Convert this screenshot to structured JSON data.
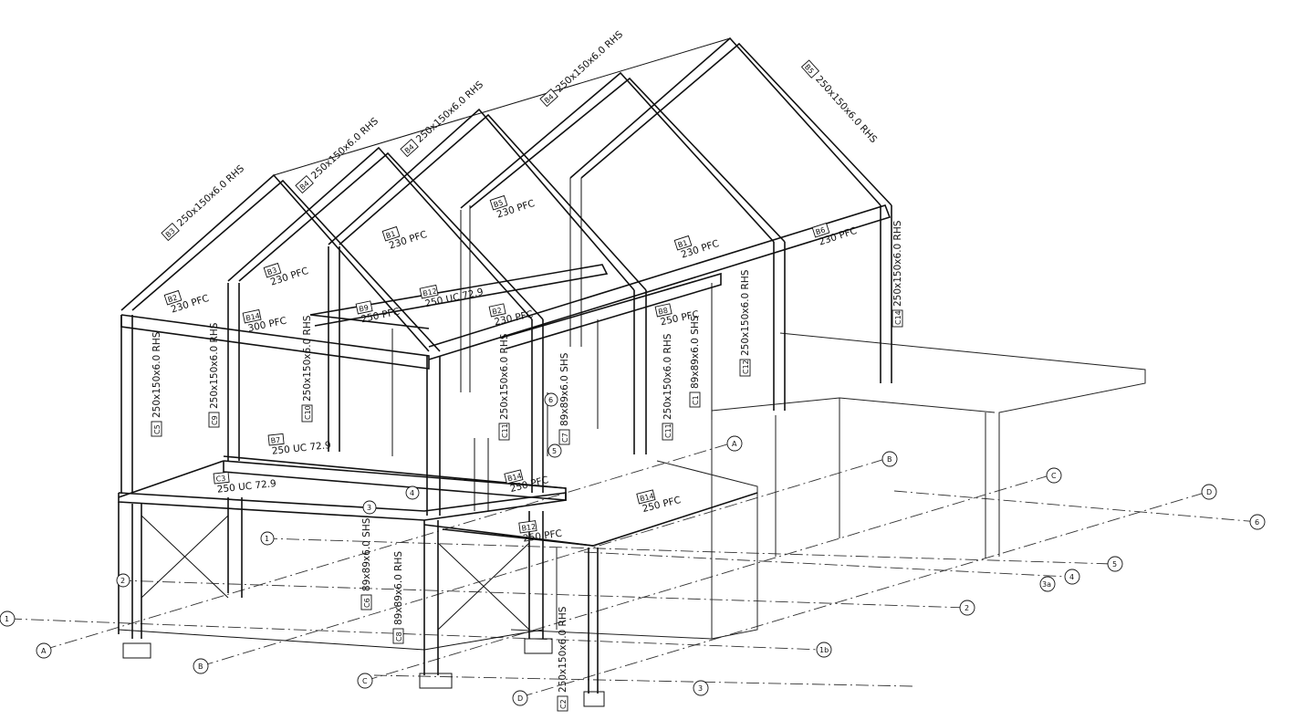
{
  "member_labels": [
    {
      "tag": "B3",
      "text": "250x150x6.0 RHS"
    },
    {
      "tag": "B4",
      "text": "250x150x6.0 RHS"
    },
    {
      "tag": "B4",
      "text": "250x150x6.0 RHS"
    },
    {
      "tag": "B4",
      "text": "250x150x6.0 RHS"
    },
    {
      "tag": "B5",
      "text": "250x150x6.0 RHS"
    },
    {
      "tag": "B5",
      "text": "230 PFC"
    },
    {
      "tag": "B1",
      "text": "230 PFC"
    },
    {
      "tag": "B1",
      "text": "230 PFC"
    },
    {
      "tag": "B6",
      "text": "230 PFC"
    },
    {
      "tag": "B2",
      "text": "230 PFC"
    },
    {
      "tag": "B3",
      "text": "230 PFC"
    },
    {
      "tag": "B14",
      "text": "300 PFC"
    },
    {
      "tag": "B12",
      "text": "250 UC 72.9"
    },
    {
      "tag": "B9",
      "text": "250 PFC"
    },
    {
      "tag": "B2",
      "text": "230 PFC"
    },
    {
      "tag": "B8",
      "text": "250 PFC"
    },
    {
      "tag": "B7",
      "text": "250 UC 72.9"
    },
    {
      "tag": "C3",
      "text": "250 UC 72.9"
    },
    {
      "tag": "B14",
      "text": "250 PFC"
    },
    {
      "tag": "B14",
      "text": "250 PFC"
    },
    {
      "tag": "B12",
      "text": "250 PFC"
    },
    {
      "tag": "C5",
      "text": "250x150x6.0 RHS"
    },
    {
      "tag": "C9",
      "text": "250x150x6.0 RHS"
    },
    {
      "tag": "C10",
      "text": "250x150x6.0 RHS"
    },
    {
      "tag": "C11",
      "text": "250x150x6.0 RHS"
    },
    {
      "tag": "C7",
      "text": "89x89x6.0 SHS"
    },
    {
      "tag": "C11",
      "text": "250x150x6.0 RHS"
    },
    {
      "tag": "C1",
      "text": "89x89x6.0 SHS"
    },
    {
      "tag": "C12",
      "text": "250x150x6.0 RHS"
    },
    {
      "tag": "C14",
      "text": "250x150x6.0 RHS"
    },
    {
      "tag": "C6",
      "text": "89x89x6.0 SHS"
    },
    {
      "tag": "C8",
      "text": "89x89x6.0 RHS"
    },
    {
      "tag": "C2",
      "text": "250x150x6.0 RHS"
    }
  ],
  "grid_bubbles": [
    "A",
    "B",
    "C",
    "D",
    "1",
    "2",
    "3",
    "4",
    "5",
    "6",
    "A",
    "B",
    "C",
    "D",
    "1",
    "2",
    "3",
    "4",
    "5",
    "6",
    "3a",
    "1b"
  ]
}
